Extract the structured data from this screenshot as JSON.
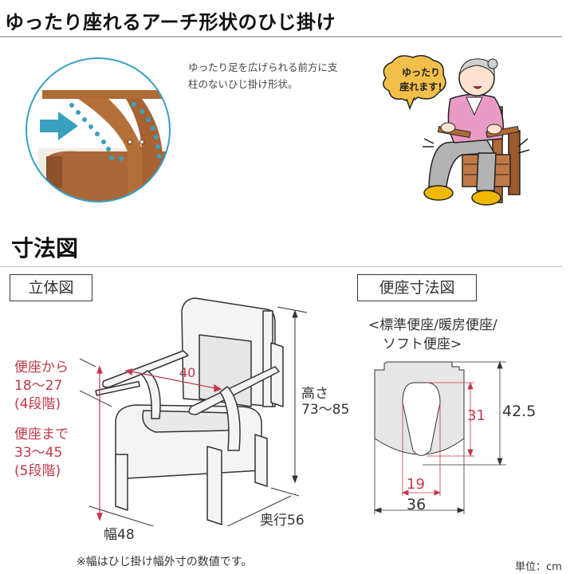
{
  "header": {
    "title": "ゆったり座れるアーチ形状のひじ掛け"
  },
  "feature": {
    "description": "ゆったり足を広げられる前方に支柱のないひじ掛け形状。",
    "description_lines": [
      "ゆったり足を広げられる前方に支",
      "柱のないひじ掛け形状。"
    ],
    "speech_bubble_lines": [
      "ゆったり",
      "座れます!"
    ],
    "colors": {
      "accent_blue": "#3aa0c0",
      "wood": "#b06a35",
      "bubble": "#f2c04a",
      "sweater": "#e99bc6"
    }
  },
  "dimensions": {
    "section_title": "寸法図",
    "iso_view": {
      "label": "立体図",
      "armrest_height_lines": [
        "便座から",
        "18〜27",
        "(4段階)"
      ],
      "seat_height_lines": [
        "便座まで",
        "33〜45",
        "(5段階)"
      ],
      "inner_width": "40",
      "height_lines": [
        "高さ",
        "73〜85"
      ],
      "depth": "奥行56",
      "width": "幅48",
      "footnote": "※幅はひじ掛け幅外寸の数値です。"
    },
    "seat_view": {
      "label": "便座寸法図",
      "seat_types_lines": [
        "<標準便座/暖房便座/",
        "ソフト便座>"
      ],
      "opening_length": "31",
      "overall_length": "42.5",
      "opening_width": "19",
      "overall_width": "36"
    },
    "unit": "単位：cm",
    "colors": {
      "dimension_red": "#c0394a",
      "line": "#333333"
    }
  }
}
